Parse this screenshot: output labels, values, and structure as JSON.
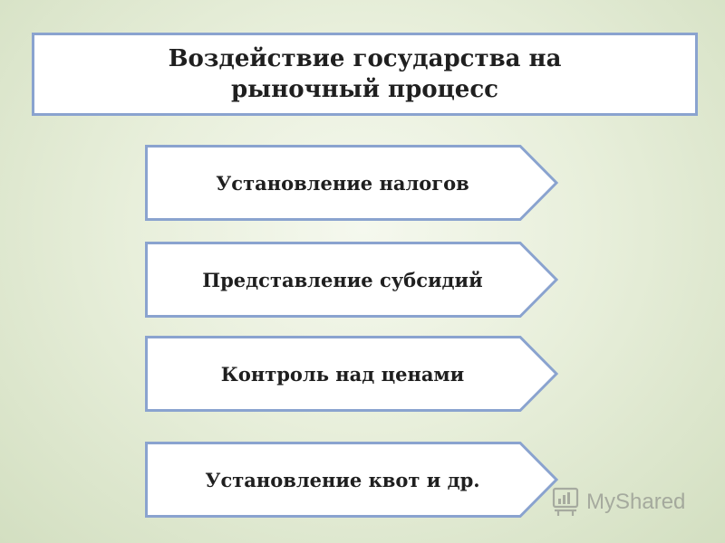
{
  "title": "Воздействие государства на рыночный процесс",
  "items": [
    {
      "label": "Установление налогов"
    },
    {
      "label": "Представление субсидий"
    },
    {
      "label": "Контроль над ценами"
    },
    {
      "label": "Установление квот и др."
    }
  ],
  "watermark": {
    "text": "MyShared"
  },
  "colors": {
    "border": "#8aa3cf",
    "box_fill": "#ffffff",
    "background": "#e8efdb",
    "text": "#1f1f1f"
  }
}
